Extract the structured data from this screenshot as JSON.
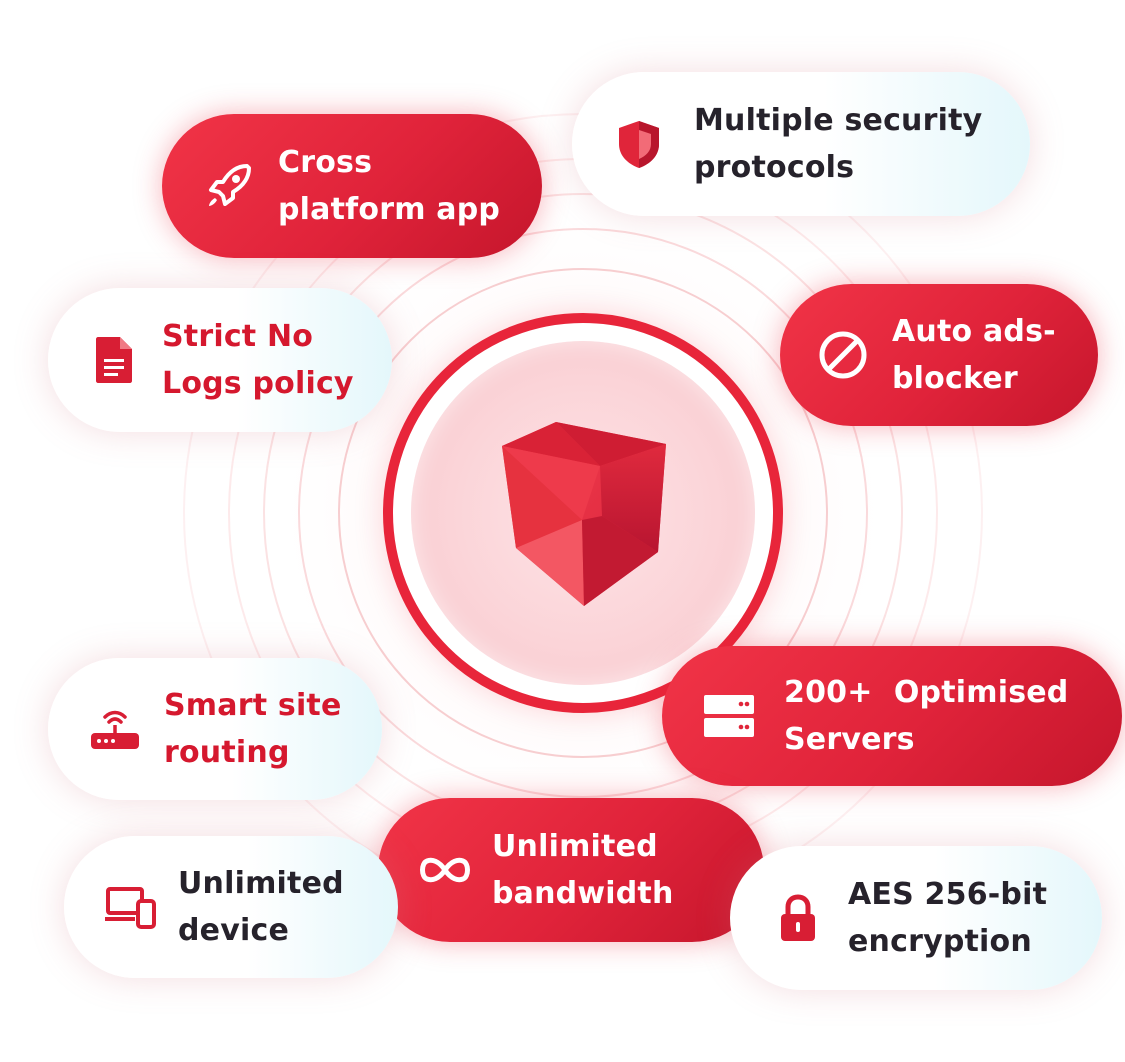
{
  "accent_color": "#e8253a",
  "center_logo": {
    "name": "shield-cube-logo"
  },
  "features": [
    {
      "id": "cross-platform",
      "icon": "rocket-icon",
      "line1": "Cross",
      "line2": "platform app"
    },
    {
      "id": "security-protocols",
      "icon": "shield-icon",
      "line1": "Multiple security",
      "line2": "protocols"
    },
    {
      "id": "no-logs",
      "icon": "document-icon",
      "line1": "Strict No",
      "line2": "Logs policy"
    },
    {
      "id": "ads-blocker",
      "icon": "block-icon",
      "line1": "Auto ads-",
      "line2": "blocker"
    },
    {
      "id": "smart-routing",
      "icon": "router-icon",
      "line1": "Smart site",
      "line2": "routing"
    },
    {
      "id": "servers",
      "icon": "server-icon",
      "line1": "200+  Optimised",
      "line2": "Servers"
    },
    {
      "id": "bandwidth",
      "icon": "infinity-icon",
      "line1": "Unlimited",
      "line2": "bandwidth"
    },
    {
      "id": "devices",
      "icon": "devices-icon",
      "line1": "Unlimited",
      "line2": "device"
    },
    {
      "id": "encryption",
      "icon": "lock-icon",
      "line1": "AES 256-bit",
      "line2": "encryption"
    }
  ]
}
